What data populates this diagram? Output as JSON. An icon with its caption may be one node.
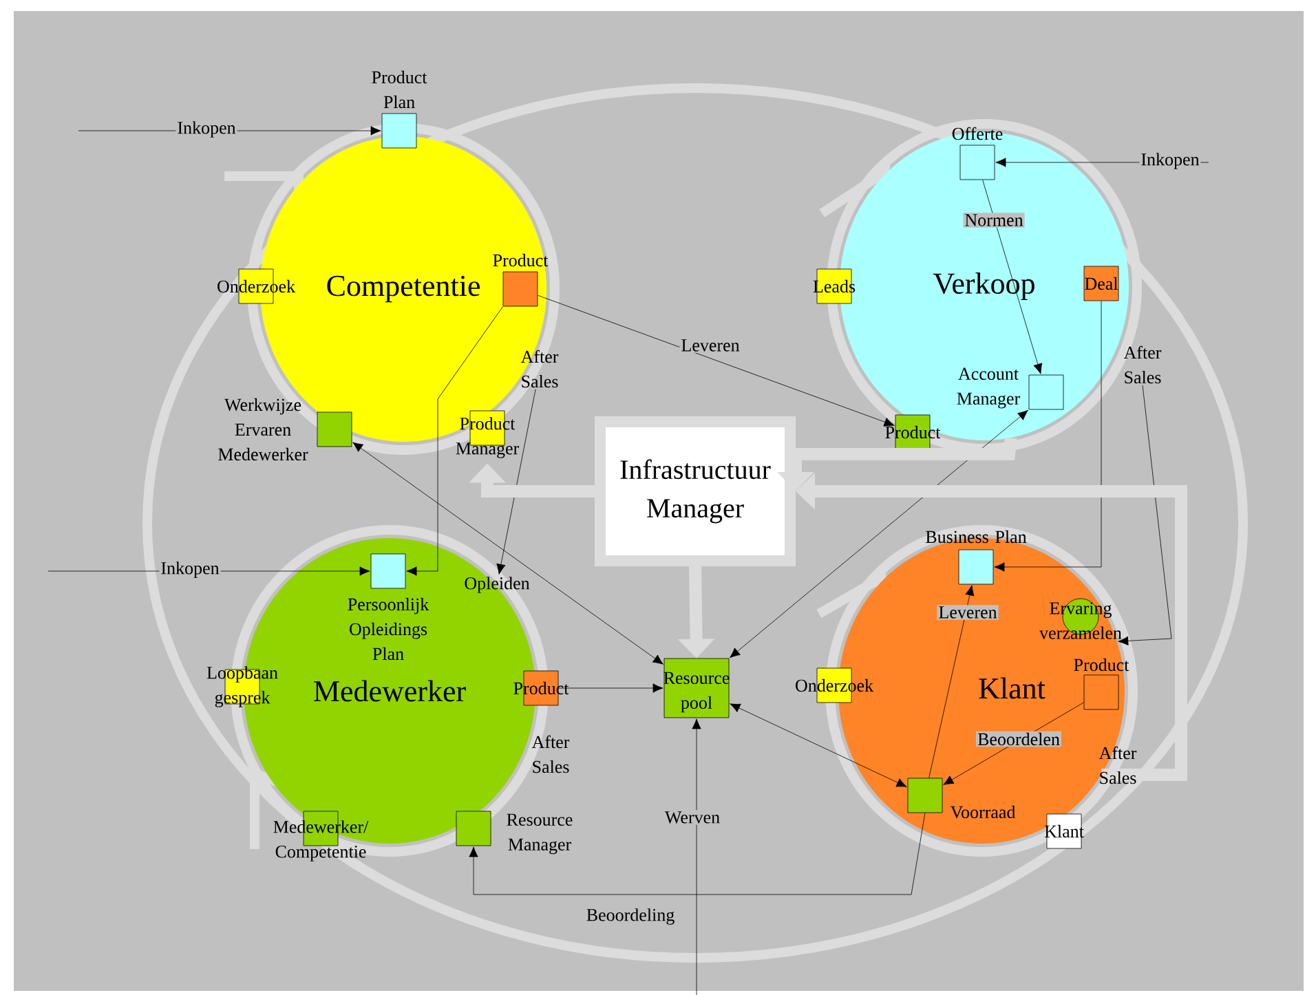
{
  "diagram": {
    "nodes": [
      {
        "text": [
          "Competentie"
        ]
      },
      {
        "text": [
          "Verkoop"
        ]
      },
      {
        "text": [
          "Medewerker"
        ]
      },
      {
        "text": [
          "Klant"
        ]
      },
      {
        "text": [
          "Infrastructuur Manager"
        ]
      },
      {
        "text": [
          "Product Plan"
        ]
      },
      {
        "text": [
          "Onderzoek"
        ]
      },
      {
        "text": [
          "Product"
        ],
        "in": 0
      },
      {
        "text": [
          "Werkwijze Ervaren Medewerker"
        ]
      },
      {
        "text": [
          "Product Manager"
        ]
      },
      {
        "text": [
          "Offerte"
        ],
        "in": 1
      },
      {
        "text": [
          "Leads"
        ]
      },
      {
        "text": [
          "Deal"
        ],
        "in": 1
      },
      {
        "text": [
          "Product"
        ]
      },
      {
        "text": [
          "Account Manager"
        ],
        "in": 1
      },
      {
        "text": [
          "Persoonlijk Opleidings Plan"
        ],
        "in": 2
      },
      {
        "text": [
          "Loopbaan gesprek"
        ]
      },
      {
        "text": [
          "Product"
        ]
      },
      {
        "text": [
          "Medewerker/ Competentie"
        ]
      },
      {
        "text": [
          "Resource Manager"
        ]
      },
      {
        "text": [
          "Resource pool"
        ]
      },
      {
        "text": [
          "Business Plan"
        ],
        "in": 3
      },
      {
        "text": [
          "Ervaring verzamelen"
        ],
        "in": 3
      },
      {
        "text": [
          "Onderzoek"
        ]
      },
      {
        "text": [
          "Product"
        ],
        "in": 3
      },
      {
        "text": [
          "Voorraad"
        ],
        "in": 3
      },
      {
        "text": [
          "Klant"
        ]
      },
      {
        "text": [
          "After Sales"
        ]
      },
      {
        "text": [
          "Opleiden"
        ]
      },
      {
        "text": [
          "After Sales"
        ]
      }
    ],
    "edges": [
      {
        "from": null,
        "to": 5,
        "arrow": "to",
        "label": "Inkopen"
      },
      {
        "from": null,
        "to": 10,
        "arrow": "to",
        "label": "Inkopen"
      },
      {
        "from": null,
        "to": 15,
        "arrow": "to",
        "label": "Inkopen"
      },
      {
        "from": 7,
        "to": 13,
        "arrow": "to",
        "label": "Leveren"
      },
      {
        "from": 10,
        "to": 14,
        "arrow": "to",
        "label": "Normen"
      },
      {
        "from": 7,
        "to": 15,
        "arrow": "to"
      },
      {
        "from": 27,
        "to": 28,
        "arrow": "to"
      },
      {
        "from": 8,
        "to": 20,
        "arrow": "both"
      },
      {
        "from": 17,
        "to": 20,
        "arrow": "to"
      },
      {
        "from": 14,
        "to": 20,
        "arrow": "both"
      },
      {
        "from": 12,
        "to": 21,
        "arrow": "to"
      },
      {
        "from": 29,
        "to": 3,
        "arrow": "to"
      },
      {
        "from": 25,
        "to": 21,
        "arrow": "to",
        "label": "Leveren"
      },
      {
        "from": 24,
        "to": 25,
        "arrow": "to",
        "label": "Beoordelen"
      },
      {
        "from": 25,
        "to": 20,
        "arrow": "both"
      },
      {
        "from": 25,
        "to": 19,
        "arrow": "to",
        "label": "Beoordeling"
      },
      {
        "from": null,
        "to": 20,
        "arrow": "to",
        "label": "Werven"
      },
      {
        "from": 4,
        "to": 9,
        "arrow": "to",
        "style": "thick",
        "color": "#dcdcdc"
      },
      {
        "from": 1,
        "to": 4,
        "arrow": "to",
        "style": "thick",
        "color": "#dcdcdc"
      },
      {
        "from": 3,
        "to": 4,
        "arrow": "to",
        "style": "thick",
        "color": "#dcdcdc"
      },
      {
        "from": 4,
        "to": 20,
        "arrow": "to",
        "style": "thick",
        "color": "#dcdcdc"
      }
    ],
    "labels": [
      "After Sales",
      "After Sales"
    ]
  }
}
